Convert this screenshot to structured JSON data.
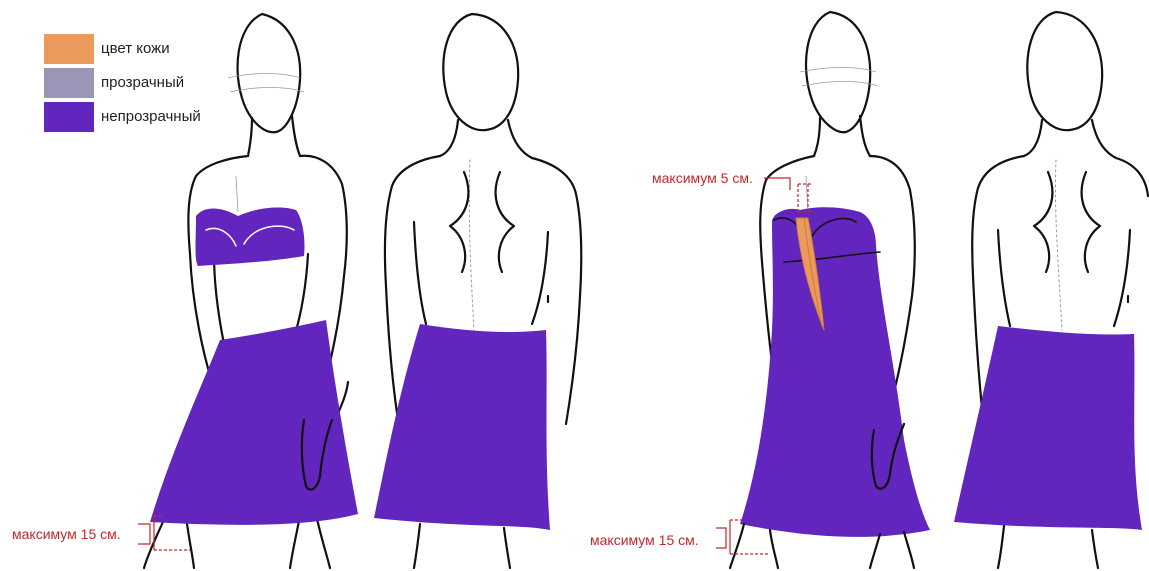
{
  "legend": {
    "items": [
      {
        "label": "цвет кожи",
        "color": "#e99a5c"
      },
      {
        "label": "прозрачный",
        "color": "#9b96b7"
      },
      {
        "label": "непрозрачный",
        "color": "#6226bf"
      }
    ]
  },
  "measurements": {
    "hem_left": "максимум 15 см.",
    "hem_right": "максимум 15 см.",
    "neckline": "максимум 5 см."
  },
  "colors": {
    "outline": "#111111",
    "measure": "#c3272b",
    "guide": "#9a9a9a",
    "garment": "#6226bf",
    "skin": "#e99a5c",
    "sheer": "#9b96b7"
  }
}
